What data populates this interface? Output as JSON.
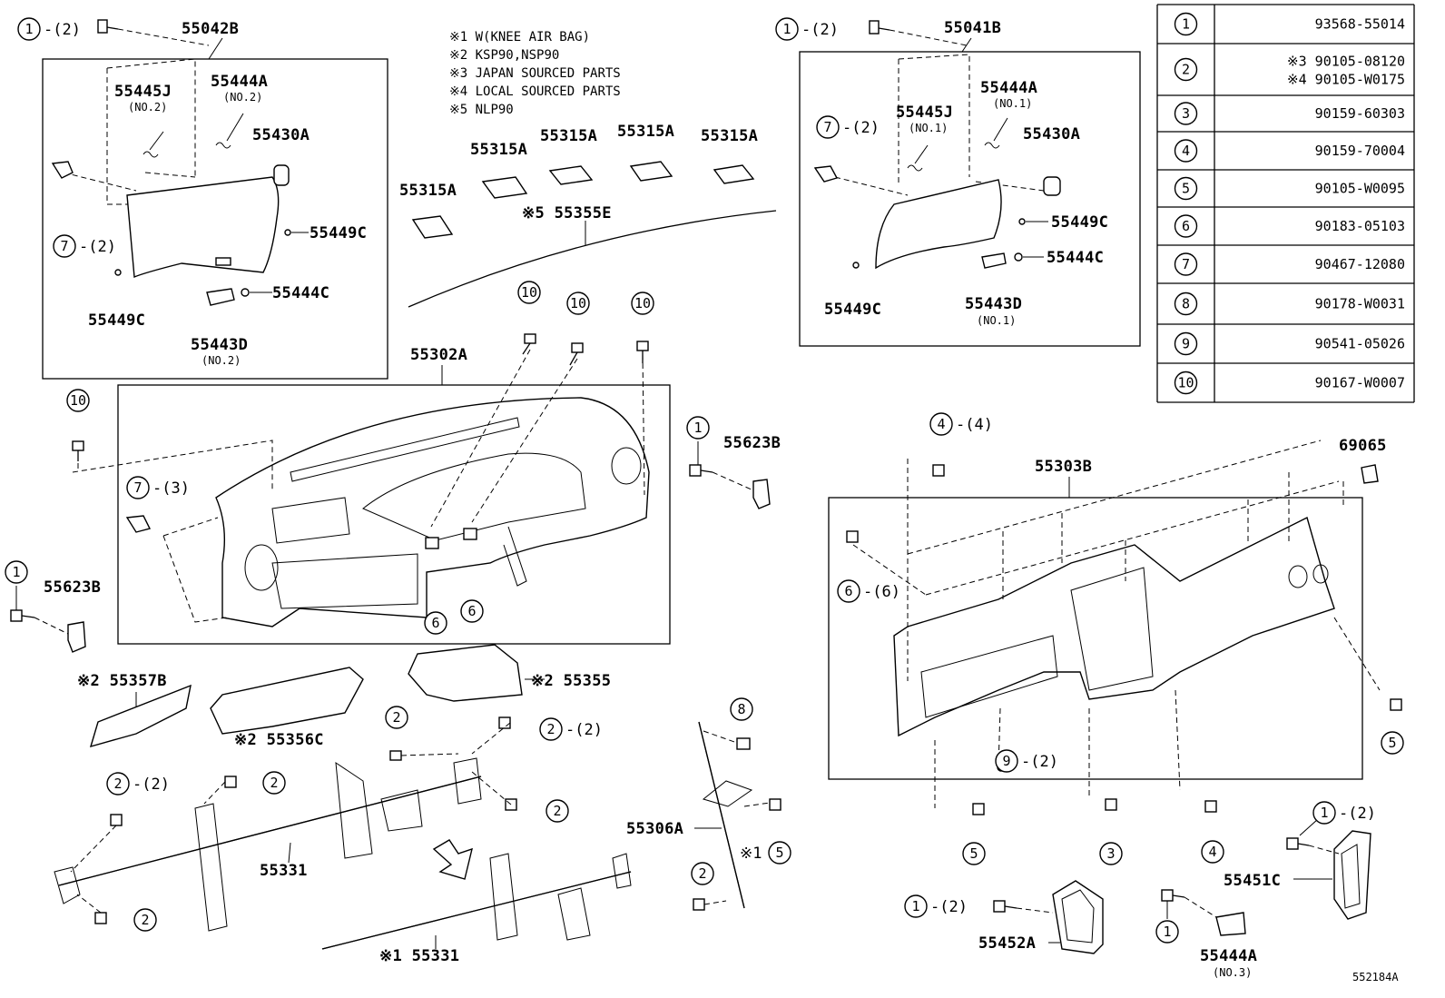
{
  "diagram_id": "552184A",
  "notes": [
    "※1 W(KNEE AIR BAG)",
    "※2 KSP90,NSP90",
    "※3 JAPAN SOURCED PARTS",
    "※4 LOCAL SOURCED PARTS",
    "※5 NLP90"
  ],
  "parts_table": [
    {
      "num": "1",
      "codes": [
        "93568-55014"
      ]
    },
    {
      "num": "2",
      "codes": [
        "※3 90105-08120",
        "※4 90105-W0175"
      ]
    },
    {
      "num": "3",
      "codes": [
        "90159-60303"
      ]
    },
    {
      "num": "4",
      "codes": [
        "90159-70004"
      ]
    },
    {
      "num": "5",
      "codes": [
        "90105-W0095"
      ]
    },
    {
      "num": "6",
      "codes": [
        "90183-05103"
      ]
    },
    {
      "num": "7",
      "codes": [
        "90467-12080"
      ]
    },
    {
      "num": "8",
      "codes": [
        "90178-W0031"
      ]
    },
    {
      "num": "9",
      "codes": [
        "90541-05026"
      ]
    },
    {
      "num": "10",
      "codes": [
        "90167-W0007"
      ]
    }
  ],
  "labels": {
    "p55042B": "55042B",
    "p55445J_l": "55445J",
    "p55445J_l_sub": "(NO.2)",
    "p55444A_l": "55444A",
    "p55444A_l_sub": "(NO.2)",
    "p55430A_l": "55430A",
    "p55449C_l1": "55449C",
    "p55449C_l2": "55449C",
    "p55444C_l": "55444C",
    "p55443D_l": "55443D",
    "p55443D_l_sub": "(NO.2)",
    "p55315A_1": "55315A",
    "p55315A_2": "55315A",
    "p55315A_3": "55315A",
    "p55315A_4": "55315A",
    "p55315A_5": "55315A",
    "p55355E": "※5 55355E",
    "p55041B": "55041B",
    "p55445J_r": "55445J",
    "p55445J_r_sub": "(NO.1)",
    "p55444A_r": "55444A",
    "p55444A_r_sub": "(NO.1)",
    "p55430A_r": "55430A",
    "p55449C_r1": "55449C",
    "p55449C_r2": "55449C",
    "p55444C_r": "55444C",
    "p55443D_r": "55443D",
    "p55443D_r_sub": "(NO.1)",
    "p55302A": "55302A",
    "p55623B_1": "55623B",
    "p55623B_2": "55623B",
    "p55357B": "※2 55357B",
    "p55356C": "※2 55356C",
    "p55355": "※2 55355",
    "p55331_1": "55331",
    "p55331_2": "※1 55331",
    "p55306A": "55306A",
    "p55303B": "55303B",
    "p69065": "69065",
    "p55451C": "55451C",
    "p55452A": "55452A",
    "p55444A_b": "55444A",
    "p55444A_b_sub": "(NO.3)",
    "note_k1": "※1"
  },
  "callouts": [
    {
      "id": "c1",
      "num": "1",
      "qty": "-(2)"
    },
    {
      "id": "c2",
      "num": "7",
      "qty": "-(2)"
    },
    {
      "id": "c3",
      "num": "1",
      "qty": "-(2)"
    },
    {
      "id": "c4",
      "num": "7",
      "qty": "-(2)"
    },
    {
      "id": "c5",
      "num": "10",
      "qty": ""
    },
    {
      "id": "c6",
      "num": "10",
      "qty": ""
    },
    {
      "id": "c7",
      "num": "10",
      "qty": ""
    },
    {
      "id": "c8",
      "num": "10",
      "qty": ""
    },
    {
      "id": "c9",
      "num": "7",
      "qty": "-(3)"
    },
    {
      "id": "c10",
      "num": "6",
      "qty": ""
    },
    {
      "id": "c11",
      "num": "6",
      "qty": ""
    },
    {
      "id": "c12",
      "num": "1",
      "qty": ""
    },
    {
      "id": "c13",
      "num": "1",
      "qty": ""
    },
    {
      "id": "c14",
      "num": "4",
      "qty": "-(4)"
    },
    {
      "id": "c15",
      "num": "6",
      "qty": "-(6)"
    },
    {
      "id": "c16",
      "num": "9",
      "qty": "-(2)"
    },
    {
      "id": "c17",
      "num": "5",
      "qty": ""
    },
    {
      "id": "c18",
      "num": "5",
      "qty": ""
    },
    {
      "id": "c19",
      "num": "3",
      "qty": ""
    },
    {
      "id": "c20",
      "num": "4",
      "qty": ""
    },
    {
      "id": "c21",
      "num": "2",
      "qty": ""
    },
    {
      "id": "c22",
      "num": "2",
      "qty": "-(2)"
    },
    {
      "id": "c23",
      "num": "2",
      "qty": "-(2)"
    },
    {
      "id": "c24",
      "num": "2",
      "qty": ""
    },
    {
      "id": "c25",
      "num": "2",
      "qty": ""
    },
    {
      "id": "c26",
      "num": "2",
      "qty": ""
    },
    {
      "id": "c27",
      "num": "8",
      "qty": ""
    },
    {
      "id": "c28",
      "num": "5",
      "qty": ""
    },
    {
      "id": "c29",
      "num": "2",
      "qty": ""
    },
    {
      "id": "c30",
      "num": "1",
      "qty": "-(2)"
    },
    {
      "id": "c31",
      "num": "1",
      "qty": "-(2)"
    },
    {
      "id": "c32",
      "num": "1",
      "qty": ""
    }
  ]
}
